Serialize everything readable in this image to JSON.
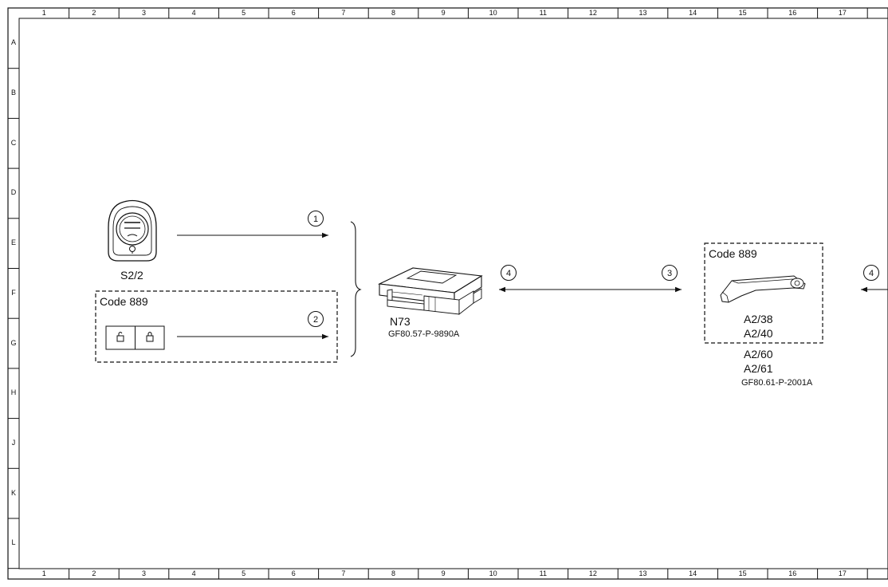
{
  "frame": {
    "columns": [
      "1",
      "2",
      "3",
      "4",
      "5",
      "6",
      "7",
      "8",
      "9",
      "10",
      "11",
      "12",
      "13",
      "14",
      "15",
      "16",
      "17"
    ],
    "rows": [
      "A",
      "B",
      "C",
      "D",
      "E",
      "F",
      "G",
      "H",
      "J",
      "K",
      "L"
    ]
  },
  "components": {
    "key": {
      "label": "S2/2"
    },
    "code_box_left": {
      "label": "Code 889"
    },
    "module": {
      "label": "N73",
      "ref": "GF80.57-P-9890A"
    },
    "code_box_right": {
      "label": "Code 889",
      "label_1": "A2/38",
      "label_2": "A2/40"
    },
    "antenna_extra": {
      "label_1": "A2/60",
      "label_2": "A2/61",
      "ref": "GF80.61-P-2001A"
    }
  },
  "callouts": {
    "c1": "1",
    "c2": "2",
    "c3": "3",
    "c4a": "4",
    "c4b": "4"
  }
}
